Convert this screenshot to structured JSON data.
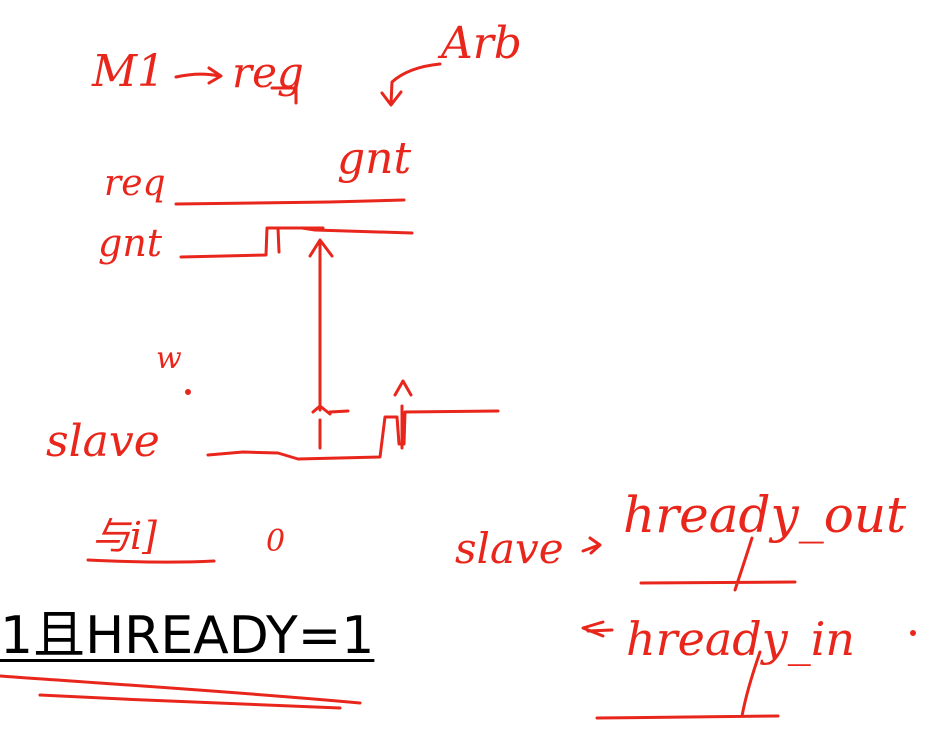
{
  "notes": {
    "title_left": "M1",
    "title_arrow_target": "reg",
    "arbiter": "Arb",
    "arbiter_output": "gnt",
    "w_mark": "w",
    "bottom_left_char": "与i]",
    "bottom_mark": "0",
    "slave_label_right": "slave",
    "hready_out": "hready_out",
    "hready_in": "hready_in"
  },
  "waveform": {
    "signals": [
      {
        "label": "req"
      },
      {
        "label": "gnt"
      },
      {
        "label": "slave"
      }
    ]
  },
  "printed": {
    "text": "1且HREADY=1"
  },
  "colors": {
    "ink": "#e8261c",
    "text": "#000000",
    "background": "#ffffff"
  }
}
